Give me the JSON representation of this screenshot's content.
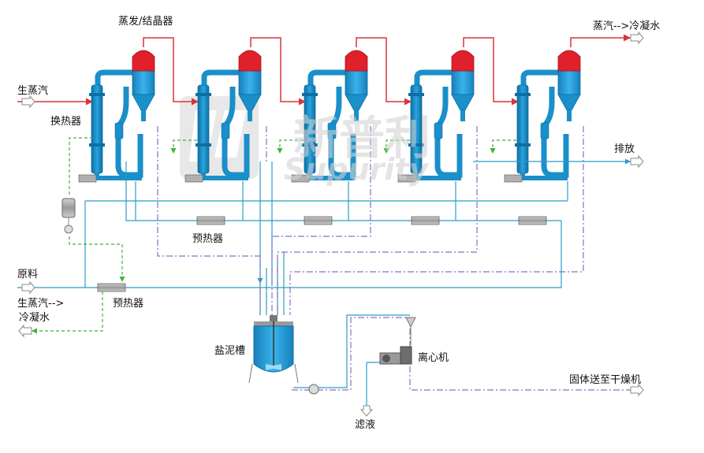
{
  "labels": {
    "evaporator_crystallizer": "蒸发/结晶器",
    "steam_to_condensate_top": "蒸汽-->冷凝水",
    "live_steam": "生蒸汽",
    "heat_exchanger": "换热器",
    "discharge": "排放",
    "preheater_mid": "预热器",
    "raw_material": "原料",
    "live_steam_to": "生蒸汽-->",
    "condensate_water": "冷凝水",
    "preheater_bottom": "预热器",
    "salt_slurry_tank": "盐泥槽",
    "centrifuge": "离心机",
    "solid_to_dryer": "固体送至干燥机",
    "filtrate": "滤液"
  },
  "watermark": {
    "cn": "新普利",
    "en": "Supurity"
  },
  "colors": {
    "vessel": "#1a8fc9",
    "vessel_dark": "#0d6fa3",
    "separator_top": "#e0202a",
    "steam_line": "#d9343a",
    "liquid_line": "#2a9cc9",
    "condensate_line": "#3db53a",
    "purple_line": "#8a6fc4",
    "gray_line": "#8a8a8a"
  }
}
